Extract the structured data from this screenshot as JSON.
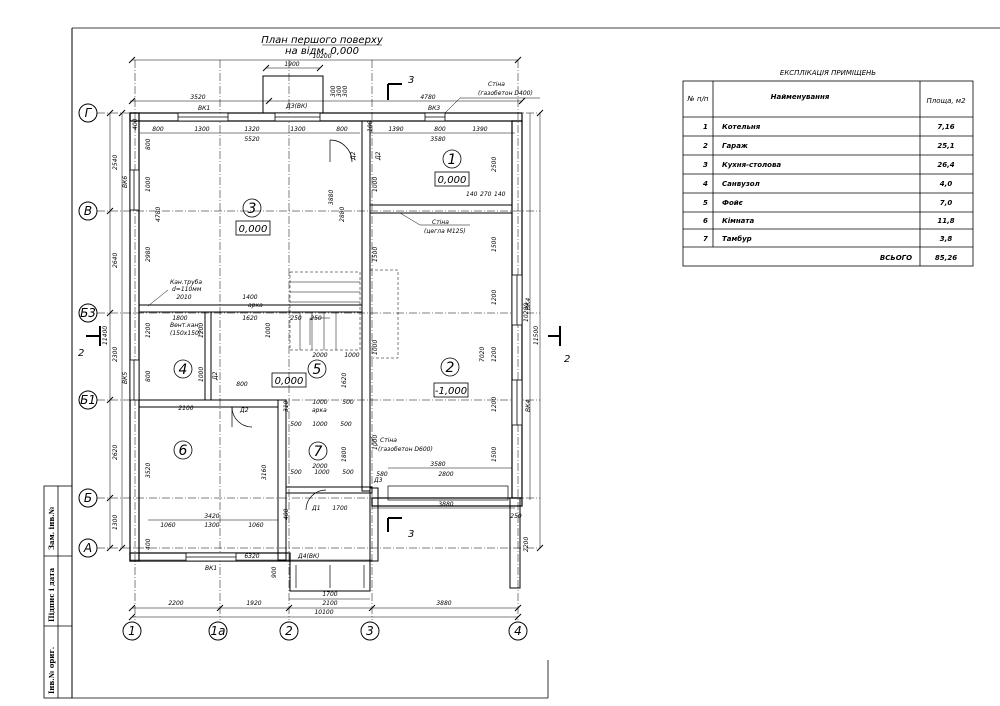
{
  "plan": {
    "title_line1": "План першого поверху",
    "title_line2": "на відм. 0,000",
    "axes_letters": [
      "Г",
      "В",
      "Б3",
      "Б1",
      "Б",
      "А"
    ],
    "axes_numbers": [
      "1",
      "1а",
      "2",
      "3",
      "4"
    ],
    "rooms": [
      {
        "no": "1",
        "elev": "0,000"
      },
      {
        "no": "2",
        "elev": "-1,000"
      },
      {
        "no": "3",
        "elev": "0,000"
      },
      {
        "no": "4",
        "elev": ""
      },
      {
        "no": "5",
        "elev": "0,000"
      },
      {
        "no": "6",
        "elev": ""
      },
      {
        "no": "7",
        "elev": ""
      }
    ],
    "section_marks": {
      "s3": "3",
      "s2": "2"
    },
    "notes": {
      "wall_gas_d400_1": "Стіна",
      "wall_gas_d400_2": "(газобетон D400)",
      "wall_brick_1": "Стіна",
      "wall_brick_2": "(цегла М125)",
      "wall_gas_d600_1": "Стіна",
      "wall_gas_d600_2": "(газобетон D600)",
      "duct_1": "Кан.труба",
      "duct_2": "d=110мм",
      "vent_1": "Вент.кан.",
      "vent_2": "(150х150)",
      "arka1": "арка",
      "arka2": "арка"
    },
    "openings": {
      "dzv": "ДЗ(ВК)",
      "vk1_top": "ВК1",
      "vk3": "ВК3",
      "vk6": "ВК6",
      "vk5": "ВК5",
      "vk4_1": "ВК4",
      "vk4_2": "ВК4",
      "vk1_bottom": "ВК1",
      "d4vk": "Д4(ВК)",
      "d1": "Д1",
      "d2a": "Д2",
      "d2b": "Д2",
      "d2c": "Д2",
      "d2d": "Д2",
      "d3": "Д3"
    },
    "dims": {
      "d_10200_top": "10200",
      "d_1900_top": "1900",
      "d_3520": "3520",
      "d_4780": "4780",
      "d_300a": "300",
      "d_300b": "300",
      "d_300c": "300",
      "d_400a": "400",
      "d_800a": "800",
      "d_1300a": "1300",
      "d_1320": "1320",
      "d_1300b": "1300",
      "d_800b": "800",
      "d_100a": "100",
      "d_1390a": "1390",
      "d_800c": "800",
      "d_1390b": "1390",
      "d_5520": "5520",
      "d_3580a": "3580",
      "d_2540": "2540",
      "d_2640": "2640",
      "d_11400": "11400",
      "d_2300": "2300",
      "d_2620": "2620",
      "d_1300v": "1300",
      "d_800v1": "800",
      "d_1000v1": "1000",
      "d_4780v": "4780",
      "d_2980v": "2980",
      "d_3880v": "3880",
      "d_2880v": "2880",
      "d_2500v": "2500",
      "d_1000v2": "1000",
      "d_140a": "140",
      "d_270": "270",
      "d_140b": "140",
      "d_1500v1": "1500",
      "d_1200v1": "1200",
      "d_7020": "7020",
      "d_1200v2": "1200",
      "d_1500v2": "1500",
      "d_10200v": "10200",
      "d_11500": "11500",
      "d_2010": "2010",
      "d_1400": "1400",
      "d_1800": "1800",
      "d_1620": "1620",
      "d_250": "250",
      "d_250b": "250",
      "d_1000c": "1000",
      "d_2000a": "2000",
      "d_1000d": "1000",
      "d_1620v": "1620",
      "d_800e": "800",
      "d_1000e": "1000",
      "d_500a": "500",
      "d_2100a": "2100",
      "d_3520v": "3520",
      "d_3160v": "3160",
      "d_310": "310",
      "d_500b": "500",
      "d_1000f": "1000",
      "d_500c": "500",
      "d_2000b": "2000",
      "d_1800v": "1800",
      "d_580": "580",
      "d_2800": "2800",
      "d_3580b": "3580",
      "d_1060a": "1060",
      "d_1300c": "1300",
      "d_1060b": "1060",
      "d_3420": "3420",
      "d_400b": "400",
      "d_1700a": "1700",
      "d_3880": "3880",
      "d_250c": "250",
      "d_2200v": "2200",
      "d_6320": "6320",
      "d_900": "900",
      "d_1700b": "1700",
      "d_2200h": "2200",
      "d_1920": "1920",
      "d_2100h": "2100",
      "d_3880h": "3880",
      "d_10100": "10100",
      "d_1200v3": "1200",
      "d_1000v3": "1000",
      "d_1000v4": "1000",
      "d_1500v3": "1500",
      "d_1200v4": "1200",
      "d_800v2": "800",
      "d_1200v5": "1200",
      "d_1000v5": "1000",
      "d_400v": "400"
    }
  },
  "stamp": {
    "zam": "Зам. інв.№",
    "sign": "Підпис і дата",
    "inv": "Інв.№ ориг."
  },
  "explication": {
    "title": "ЕКСПЛІКАЦІЯ ПРИМІЩЕНЬ",
    "headers": [
      "№ п/п",
      "Найменування",
      "Площа, м2"
    ],
    "rows": [
      {
        "no": "1",
        "name": "Котельня",
        "area": "7,16"
      },
      {
        "no": "2",
        "name": "Гараж",
        "area": "25,1"
      },
      {
        "no": "3",
        "name": "Кухня-столова",
        "area": "26,4"
      },
      {
        "no": "4",
        "name": "Санвузол",
        "area": "4,0"
      },
      {
        "no": "5",
        "name": "Фойє",
        "area": "7,0"
      },
      {
        "no": "6",
        "name": "Кімната",
        "area": "11,8"
      },
      {
        "no": "7",
        "name": "Тамбур",
        "area": "3,8"
      }
    ],
    "total_label": "ВСЬОГО",
    "total_value": "85,26"
  }
}
